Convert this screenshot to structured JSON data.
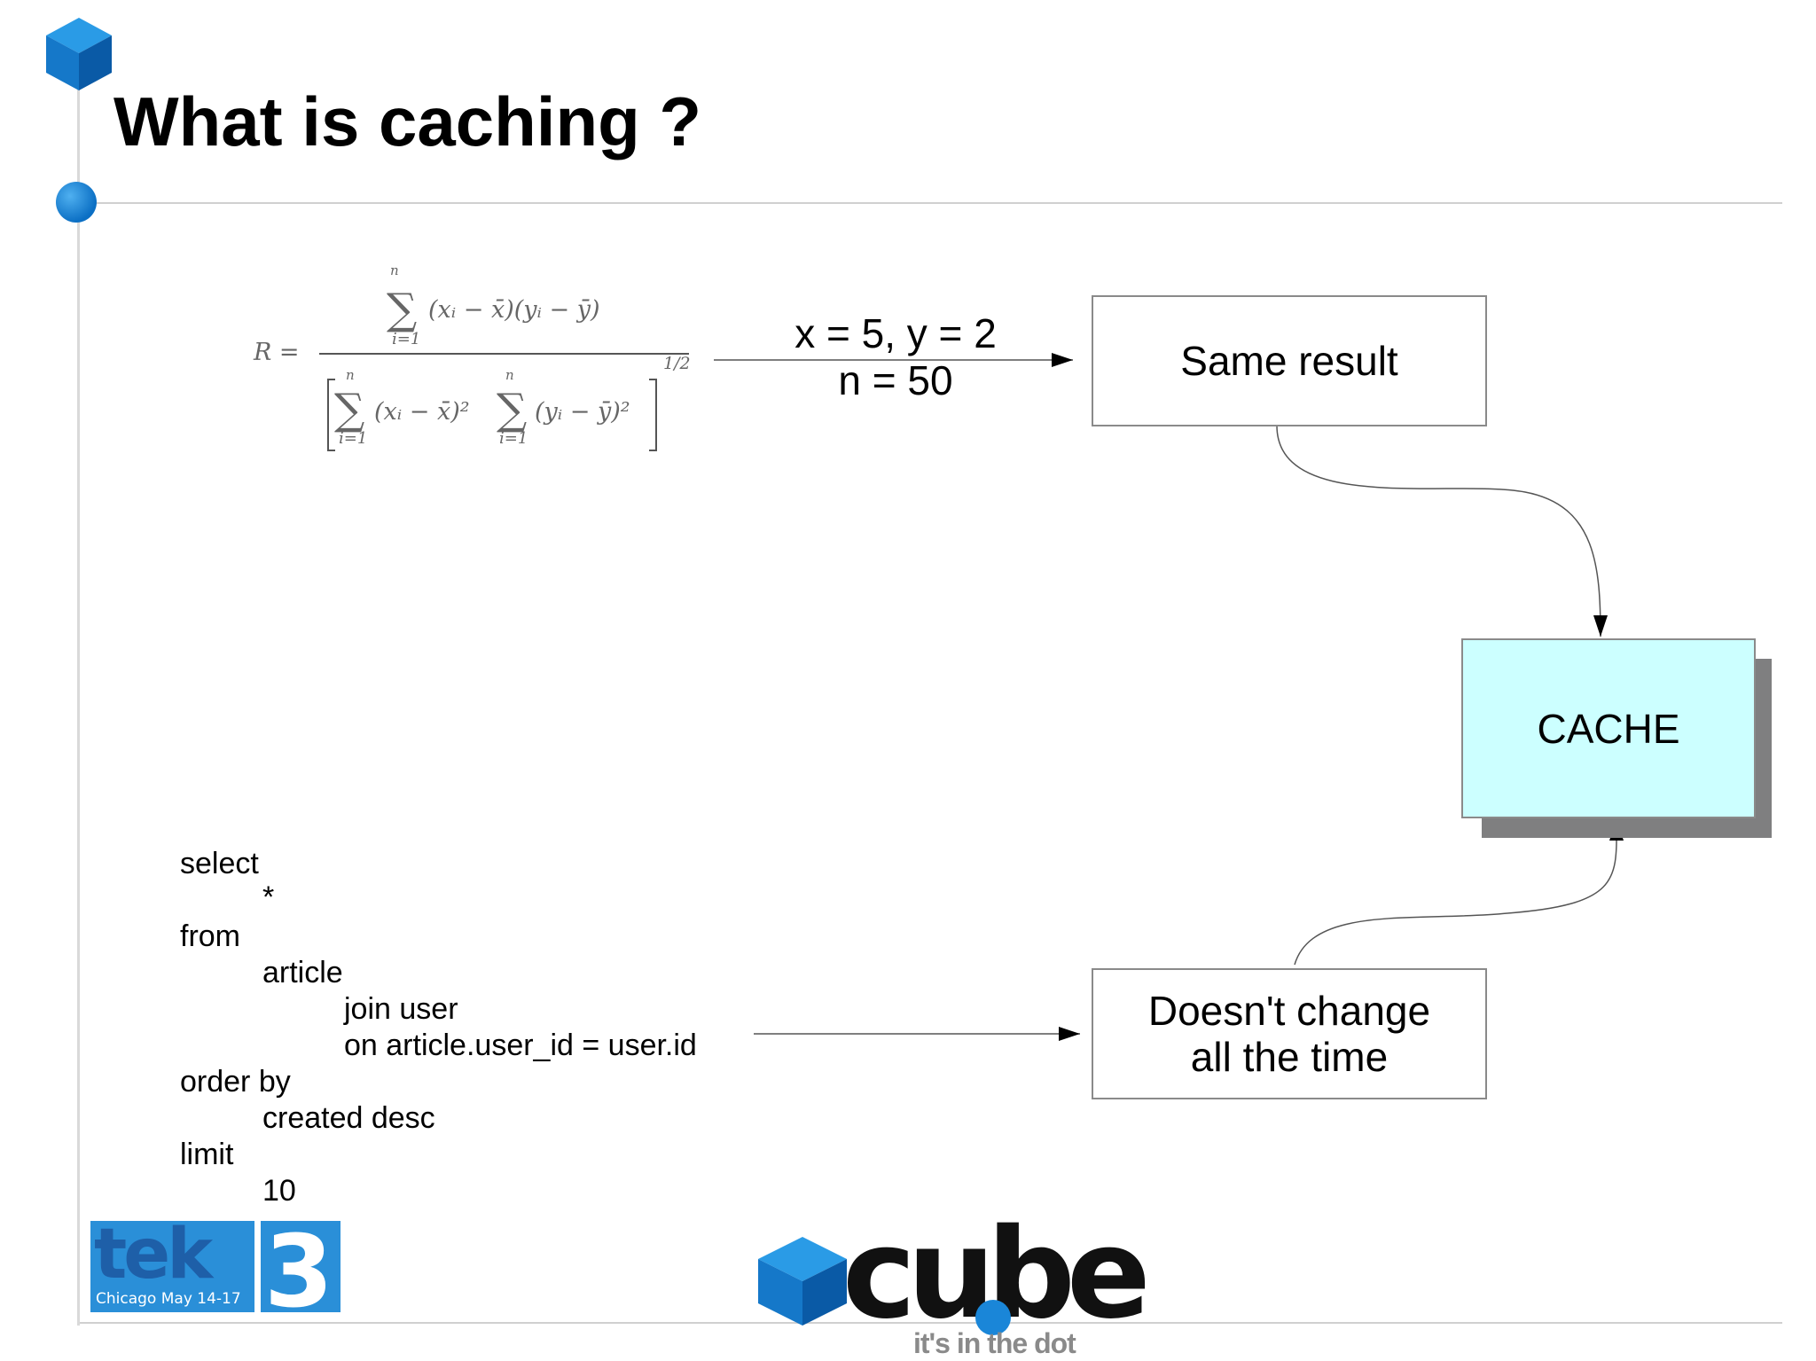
{
  "slide": {
    "title": "What is caching ?"
  },
  "formula": {
    "lhs": "R =",
    "numerator": "(xᵢ − x̄)(yᵢ − ȳ)",
    "denominator_left": "(xᵢ − x̄)²",
    "denominator_right": "(yᵢ − ȳ)²",
    "sum_upper": "n",
    "sum_lower": "i=1",
    "exponent": "1/2"
  },
  "params": {
    "line1": "x = 5, y = 2",
    "line2": "n = 50"
  },
  "boxes": {
    "same_result": "Same result",
    "cache": "CACHE",
    "doesnt_change_line1": "Doesn't change",
    "doesnt_change_line2": "all the time"
  },
  "sql": {
    "lines": [
      "select",
      "*",
      "from",
      "article",
      "join user",
      "on article.user_id = user.id",
      "order by",
      "created desc",
      "limit",
      "10"
    ]
  },
  "footer": {
    "tek_text": "tek",
    "tek_number": "3",
    "tek_subtitle": "Chicago May 14-17",
    "cube_word": "cube",
    "tagline": "it's in the dot"
  },
  "colors": {
    "accent_blue": "#0b6fc4",
    "cache_fill": "#ccffff",
    "shadow": "#7f7f80",
    "tek_blue": "#2a8fd8"
  }
}
